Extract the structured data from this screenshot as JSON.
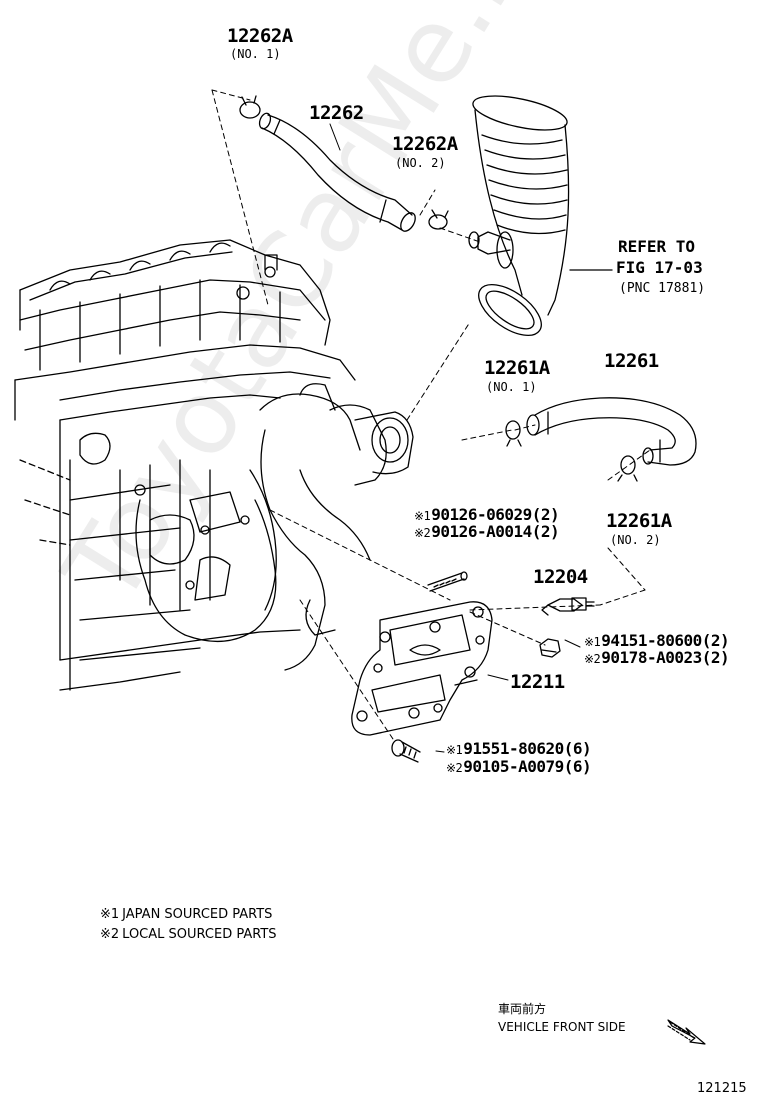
{
  "parts": {
    "p12262A_1": {
      "num": "12262A",
      "sub": "(NO. 1)"
    },
    "p12262": {
      "num": "12262"
    },
    "p12262A_2": {
      "num": "12262A",
      "sub": "(NO. 2)"
    },
    "refer": {
      "line1": "REFER TO",
      "line2": "FIG 17-03",
      "line3": "(PNC 17881)"
    },
    "p12261A_1": {
      "num": "12261A",
      "sub": "(NO. 1)"
    },
    "p12261": {
      "num": "12261"
    },
    "p12261A_2": {
      "num": "12261A",
      "sub": "(NO. 2)"
    },
    "stud": [
      {
        "mark": "※1",
        "code": "90126-06029(2)"
      },
      {
        "mark": "※2",
        "code": "90126-A0014(2)"
      }
    ],
    "p12204": {
      "num": "12204"
    },
    "nut": [
      {
        "mark": "※1",
        "code": "94151-80600(2)"
      },
      {
        "mark": "※2",
        "code": "90178-A0023(2)"
      }
    ],
    "p12211": {
      "num": "12211"
    },
    "bolt": [
      {
        "mark": "※1",
        "code": "91551-80620(6)"
      },
      {
        "mark": "※2",
        "code": "90105-A0079(6)"
      }
    ]
  },
  "notes": [
    {
      "mark": "※1",
      "text": "JAPAN SOURCED PARTS"
    },
    {
      "mark": "※2",
      "text": "LOCAL SOURCED PARTS"
    }
  ],
  "direction": {
    "jp": "車両前方",
    "en": "VEHICLE FRONT SIDE"
  },
  "figure_id": "121215",
  "watermark": "ToyotaCarMe.ru"
}
